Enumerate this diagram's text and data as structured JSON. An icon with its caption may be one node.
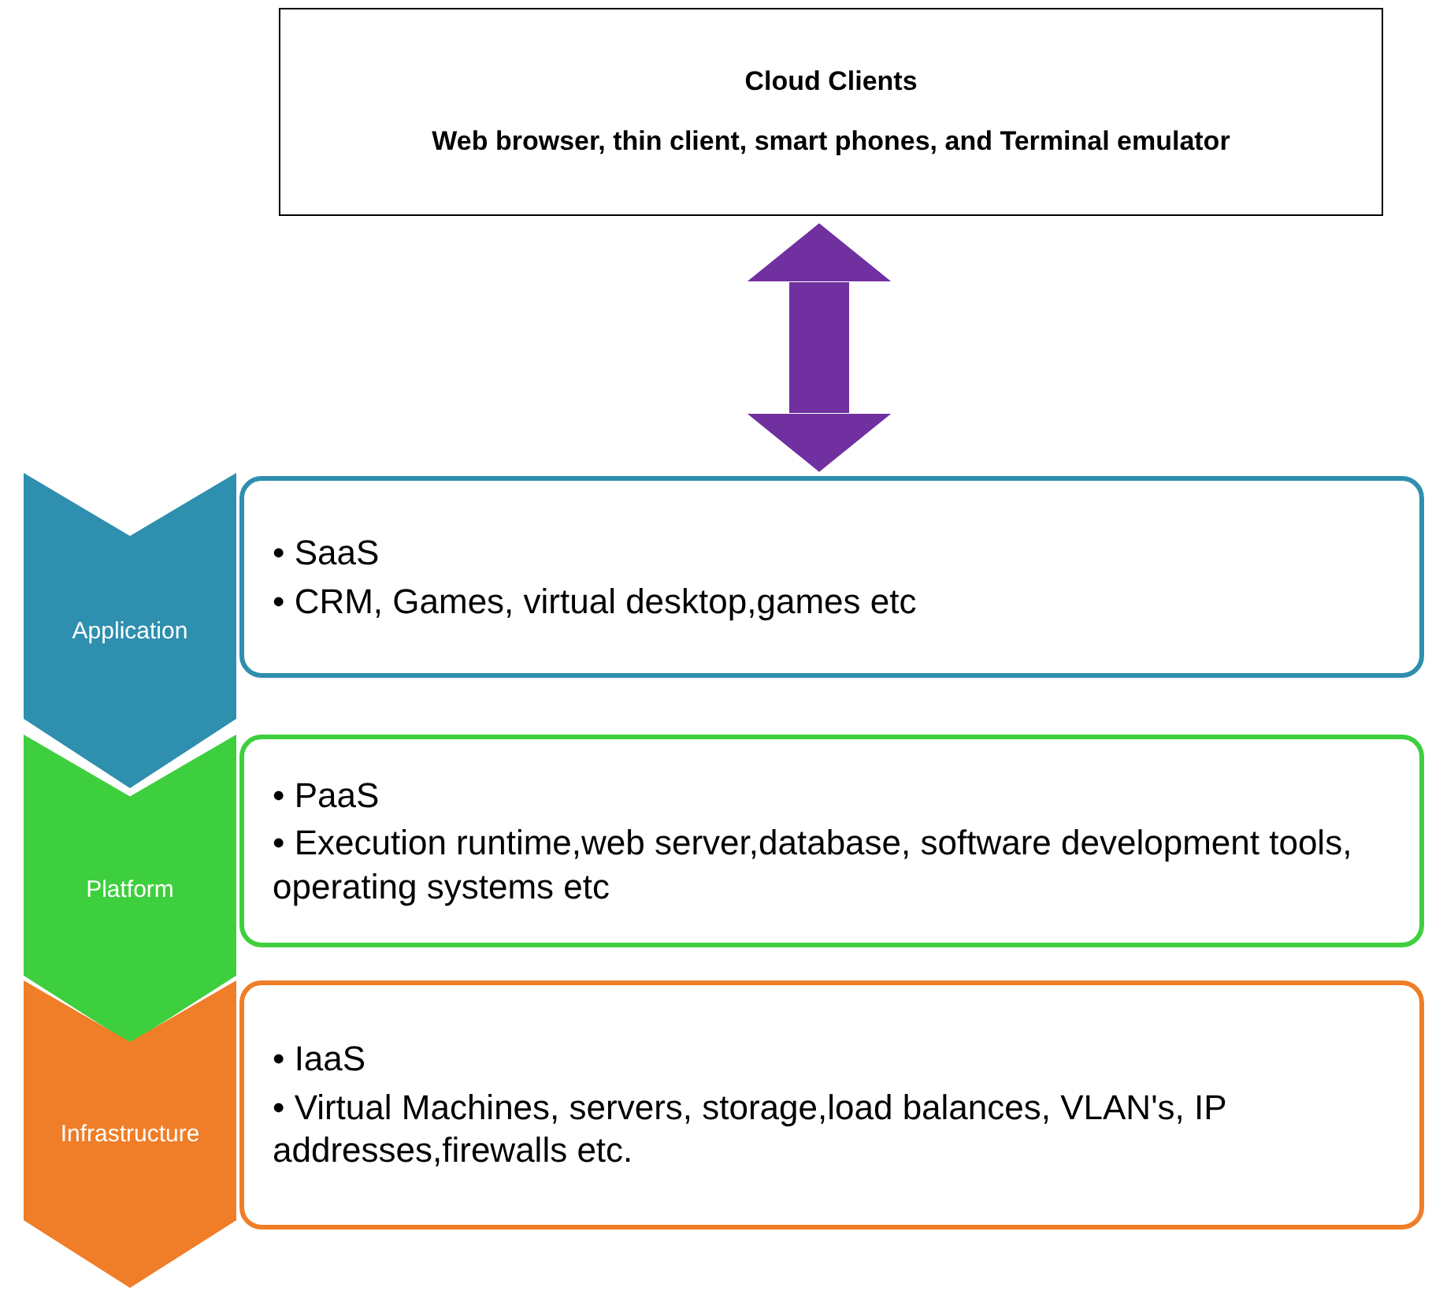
{
  "diagram": {
    "nodes": [
      {
        "text": [
          "Cloud Clients",
          "Web browser, thin client, smart phones, and Terminal emulator"
        ]
      },
      {
        "text": [
          "Application"
        ]
      },
      {
        "text": [
          "• SaaS",
          "• CRM, Games, virtual desktop,games etc"
        ]
      },
      {
        "text": [
          "Platform"
        ]
      },
      {
        "text": [
          "• PaaS",
          "• Execution runtime,web server,database, software development tools, operating systems etc"
        ]
      },
      {
        "text": [
          "Infrastructure"
        ]
      },
      {
        "text": [
          "• IaaS",
          "• Virtual Machines, servers, storage,load balances, VLAN's, IP addresses,firewalls etc."
        ]
      }
    ],
    "edges": [
      {
        "from": 0,
        "to": 2,
        "arrow": "both",
        "color": "#7030a0"
      }
    ]
  }
}
